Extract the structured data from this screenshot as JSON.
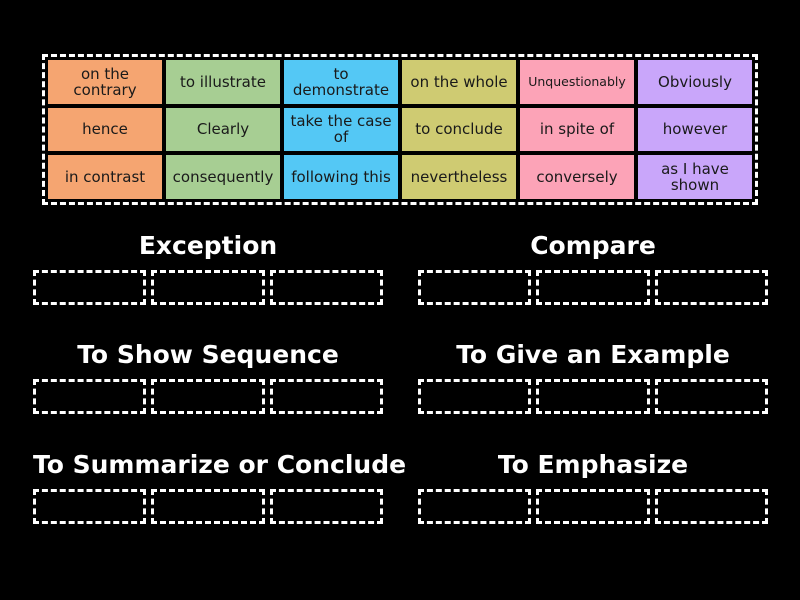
{
  "activity": {
    "type": "group-sort",
    "background_color": "#000000"
  },
  "word_bank": {
    "name": "word-bank",
    "border_style": "dashed-white",
    "columns": 6,
    "rows": 3,
    "tiles": [
      {
        "text": "on the contrary",
        "color": "#F5A571"
      },
      {
        "text": "to illustrate",
        "color": "#A7CE93"
      },
      {
        "text": "to demonstrate",
        "color": "#54C8F5"
      },
      {
        "text": "on the whole",
        "color": "#CFCB72"
      },
      {
        "text": "Unquestionably",
        "color": "#FCA3B7",
        "small": true
      },
      {
        "text": "Obviously",
        "color": "#C9A6FA"
      },
      {
        "text": "hence",
        "color": "#F5A571"
      },
      {
        "text": "Clearly",
        "color": "#A7CE93"
      },
      {
        "text": "take the case of",
        "color": "#54C8F5"
      },
      {
        "text": "to conclude",
        "color": "#CFCB72"
      },
      {
        "text": "in spite of",
        "color": "#FCA3B7"
      },
      {
        "text": "however",
        "color": "#C9A6FA"
      },
      {
        "text": "in contrast",
        "color": "#F5A571"
      },
      {
        "text": "consequently",
        "color": "#A7CE93"
      },
      {
        "text": "following this",
        "color": "#54C8F5"
      },
      {
        "text": "nevertheless",
        "color": "#CFCB72"
      },
      {
        "text": "conversely",
        "color": "#FCA3B7"
      },
      {
        "text": "as I have shown",
        "color": "#C9A6FA"
      }
    ]
  },
  "categories": [
    {
      "title": "Exception",
      "slots": 3
    },
    {
      "title": "Compare",
      "slots": 3
    },
    {
      "title": "To Show Sequence",
      "slots": 3
    },
    {
      "title": "To Give an Example",
      "slots": 3
    },
    {
      "title": "To Summarize or Conclude",
      "slots": 3
    },
    {
      "title": "To Emphasize",
      "slots": 3
    }
  ]
}
